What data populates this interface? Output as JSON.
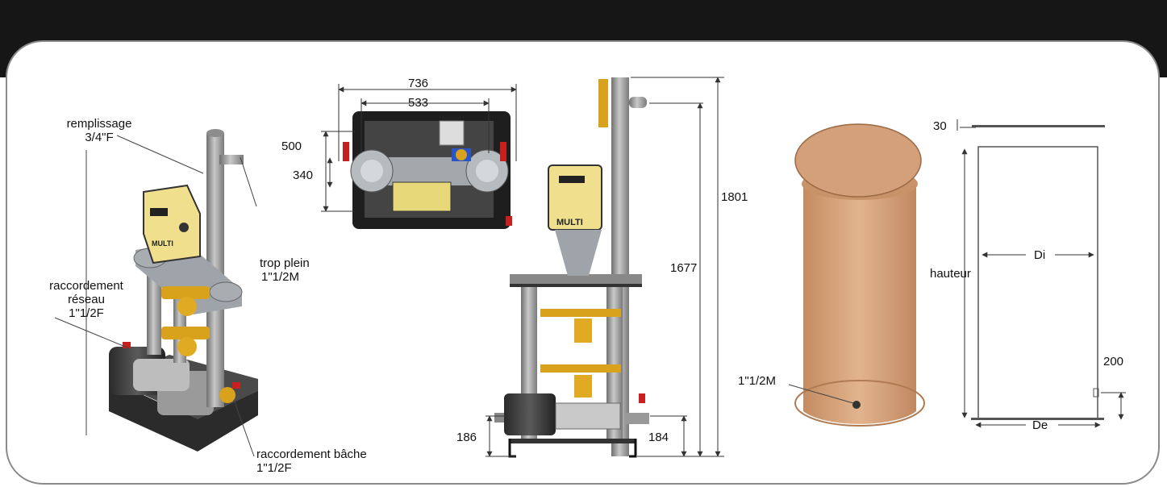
{
  "colors": {
    "band": "#161616",
    "tank": "#d4a07a",
    "tank_dark": "#b07a52",
    "panel": "#f0e08e",
    "frame_border": "#8a8a8a"
  },
  "labels": {
    "remplissage": "remplissage",
    "remplissage_size": "3/4\"F",
    "trop_plein": "trop plein",
    "trop_plein_size": "1\"1/2M",
    "raccordement_reseau_1": "raccordement",
    "raccordement_reseau_2": "réseau",
    "raccordement_reseau_size": "1\"1/2F",
    "raccordement_bache": "raccordement bâche",
    "raccordement_bache_size": "1\"1/2F",
    "tank_outlet": "1\"1/2M",
    "hauteur": "hauteur",
    "di": "Di",
    "de": "De"
  },
  "dimensions": {
    "width_total": "736",
    "width_inner": "533",
    "depth_total": "500",
    "depth_inner": "340",
    "height_total": "1801",
    "height_outlet": "1677",
    "height_left": "186",
    "height_right": "184",
    "lid": "30",
    "outlet_height": "200"
  },
  "brand": "MULTI"
}
